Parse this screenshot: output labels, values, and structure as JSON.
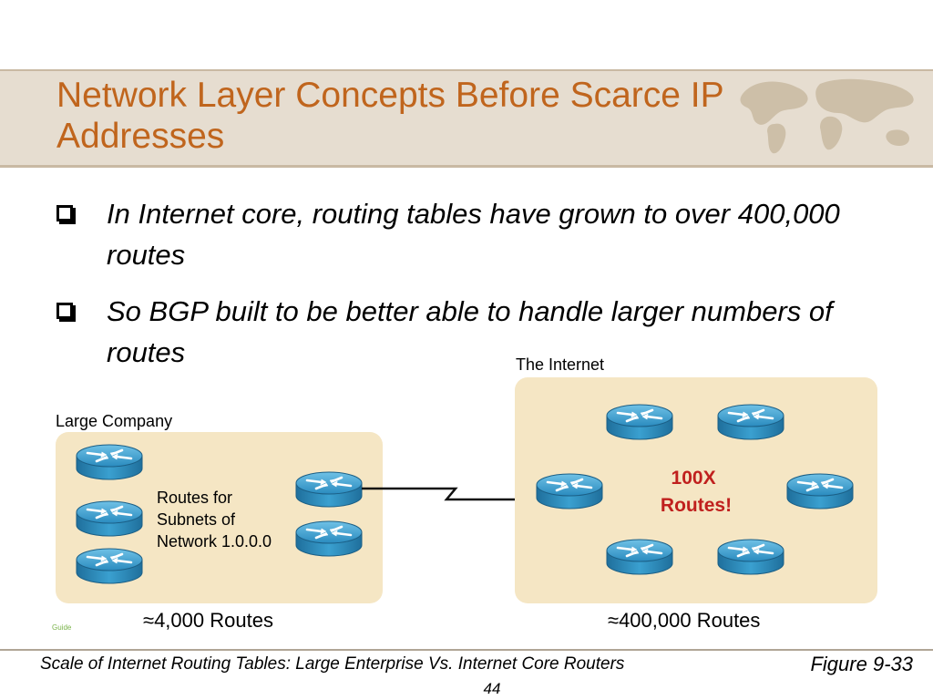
{
  "slide": {
    "title": "Network Layer Concepts Before Scarce IP Addresses",
    "bullets": [
      "In Internet core, routing tables have grown to over 400,000 routes",
      "So BGP built to be better able to handle larger numbers of routes"
    ]
  },
  "diagram": {
    "large_company": {
      "label": "Large Company",
      "routes_text": [
        "Routes for",
        "Subnets of",
        "Network 1.0.0.0"
      ],
      "route_count": "≈4,000 Routes"
    },
    "internet": {
      "label": "The Internet",
      "callout": [
        "100X",
        "Routes!"
      ],
      "route_count": "≈400,000 Routes"
    },
    "guide_text": "Guide"
  },
  "footer": {
    "caption": "Scale of Internet Routing Tables: Large Enterprise Vs. Internet Core Routers",
    "figure": "Figure 9-33",
    "page": "44"
  },
  "colors": {
    "title": "#c0651d",
    "band": "#e6ddd0",
    "zone": "#f5e6c4",
    "router": "#2a8bbf",
    "callout": "#c0201e"
  }
}
